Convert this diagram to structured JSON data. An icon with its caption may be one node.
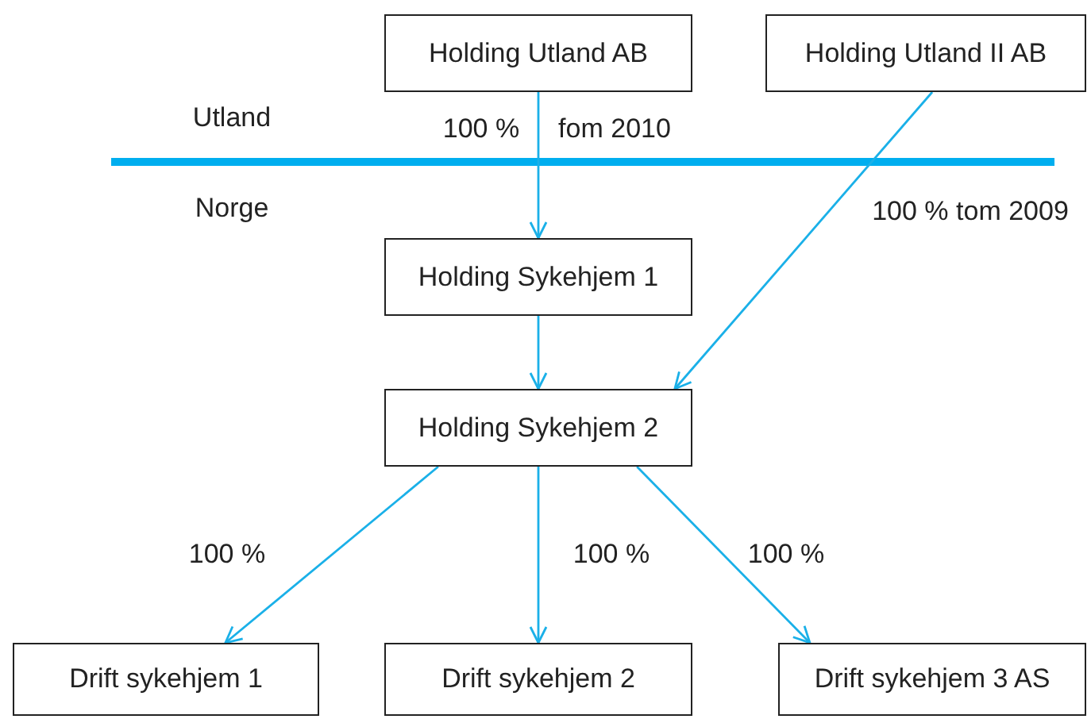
{
  "diagram": {
    "nodes": [
      {
        "text": [
          "Holding Utland AB"
        ]
      },
      {
        "text": [
          "Holding Utland II AB"
        ]
      },
      {
        "text": [
          "Holding Sykehjem 1"
        ]
      },
      {
        "text": [
          "Holding Sykehjem 2"
        ]
      },
      {
        "text": [
          "Drift sykehjem 1"
        ]
      },
      {
        "text": [
          "Drift sykehjem 2"
        ]
      },
      {
        "text": [
          "Drift sykehjem 3 AS"
        ]
      }
    ],
    "edges": [
      {
        "from": 0,
        "to": 2,
        "arrow": "to",
        "label": "100 %"
      },
      {
        "from": 1,
        "to": 3,
        "arrow": "to",
        "label": "100 % tom 2009"
      },
      {
        "from": 2,
        "to": 3,
        "arrow": "to"
      },
      {
        "from": 3,
        "to": 4,
        "arrow": "to",
        "label": "100 %"
      },
      {
        "from": 3,
        "to": 5,
        "arrow": "to",
        "label": "100 %"
      },
      {
        "from": 3,
        "to": 6,
        "arrow": "to",
        "label": "100 %"
      }
    ],
    "labels": [
      "Utland",
      "fom 2010",
      "Norge"
    ]
  }
}
